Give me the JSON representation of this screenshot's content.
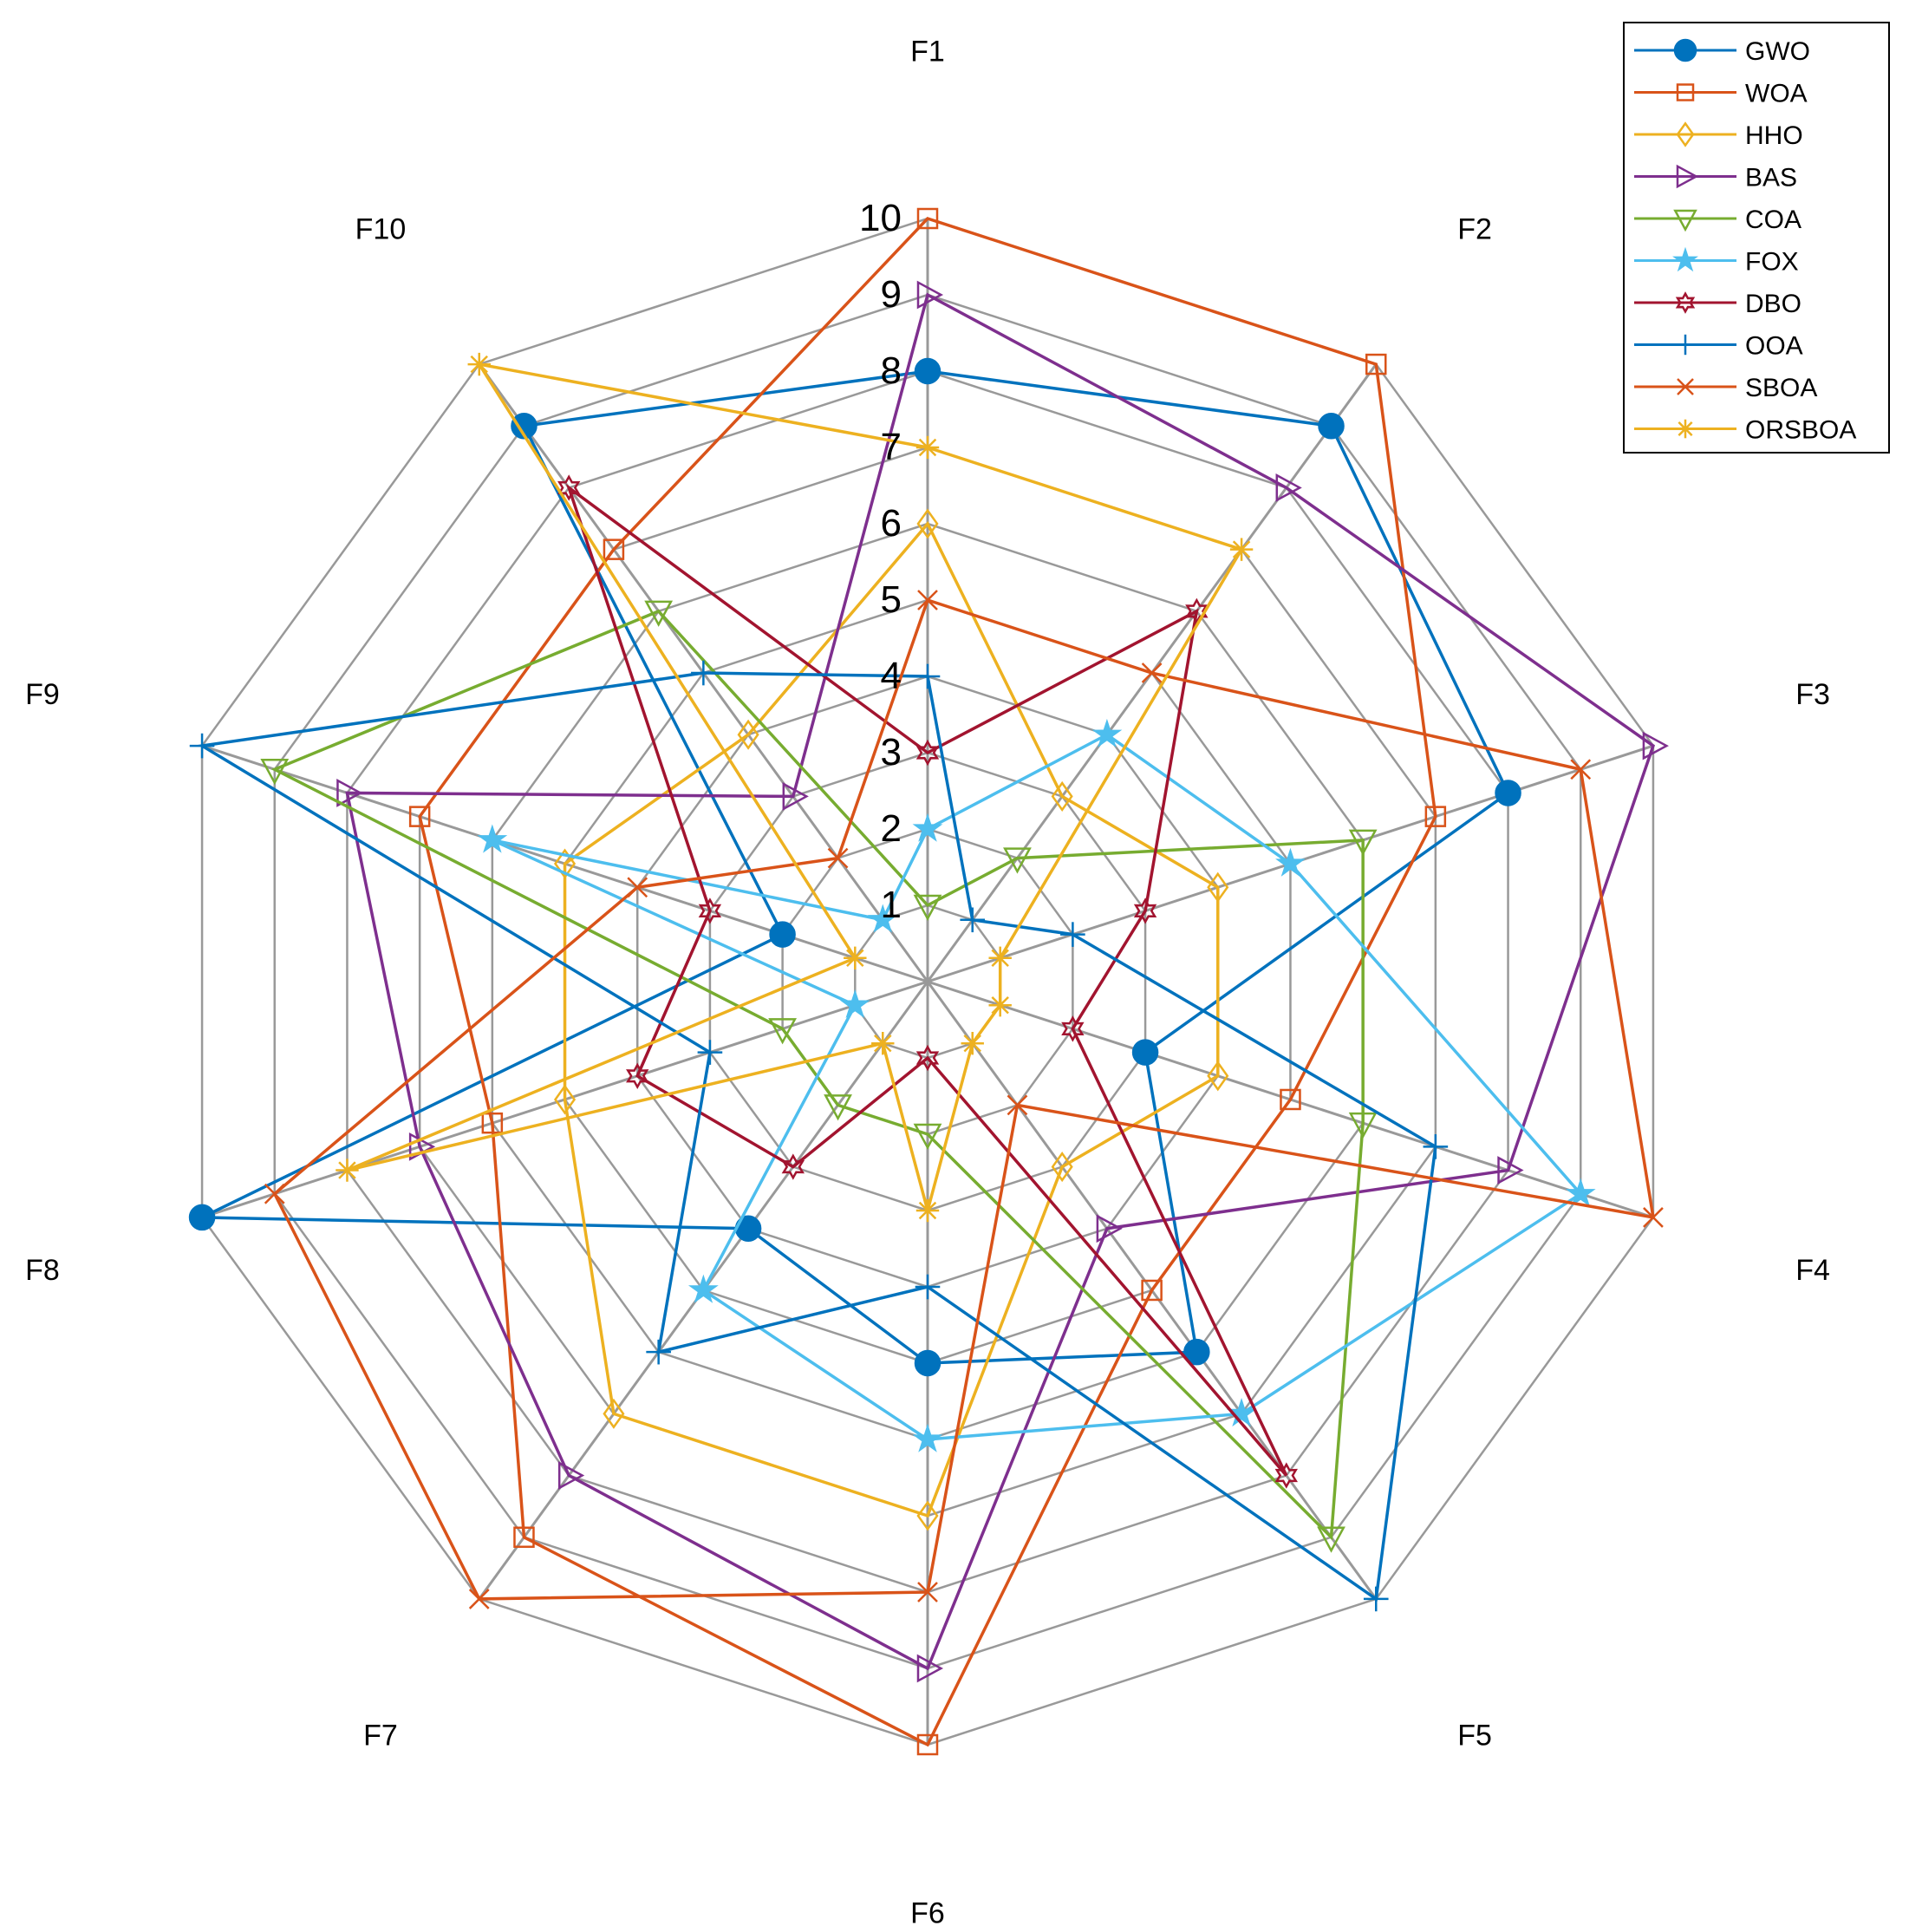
{
  "chart_data": {
    "type": "radar",
    "title": "",
    "axes": [
      "F1",
      "F2",
      "F3",
      "F4",
      "F5",
      "F6",
      "F7",
      "F8",
      "F9",
      "F10"
    ],
    "radial_ticks": [
      1,
      2,
      3,
      4,
      5,
      6,
      7,
      8,
      9,
      10
    ],
    "rlim": [
      0,
      10
    ],
    "grid": true,
    "legend_position": "top-right",
    "series": [
      {
        "name": "GWO",
        "color": "#0072BD",
        "marker": "filled-circle",
        "values": [
          8,
          9,
          8,
          3,
          6,
          5,
          4,
          10,
          2,
          9
        ]
      },
      {
        "name": "WOA",
        "color": "#D95319",
        "marker": "square",
        "values": [
          10,
          10,
          7,
          5,
          5,
          10,
          9,
          6,
          7,
          7
        ]
      },
      {
        "name": "HHO",
        "color": "#EDB120",
        "marker": "diamond",
        "values": [
          6,
          3,
          4,
          4,
          3,
          7,
          7,
          5,
          5,
          4
        ]
      },
      {
        "name": "BAS",
        "color": "#7E2F8E",
        "marker": "triangle-right",
        "values": [
          9,
          8,
          10,
          8,
          4,
          9,
          8,
          7,
          8,
          3
        ]
      },
      {
        "name": "COA",
        "color": "#77AC30",
        "marker": "triangle-down",
        "values": [
          1,
          2,
          6,
          6,
          9,
          2,
          2,
          2,
          9,
          6
        ]
      },
      {
        "name": "FOX",
        "color": "#4DBEEE",
        "marker": "pentagram",
        "values": [
          2,
          4,
          5,
          9,
          7,
          6,
          5,
          1,
          6,
          1
        ]
      },
      {
        "name": "DBO",
        "color": "#A2142F",
        "marker": "hexagram",
        "values": [
          3,
          6,
          3,
          2,
          8,
          1,
          3,
          4,
          3,
          8
        ]
      },
      {
        "name": "OOA",
        "color": "#0072BD",
        "marker": "plus",
        "values": [
          4,
          1,
          2,
          7,
          10,
          4,
          6,
          3,
          10,
          5
        ]
      },
      {
        "name": "SBOA",
        "color": "#D95319",
        "marker": "x",
        "values": [
          5,
          5,
          9,
          10,
          2,
          8,
          10,
          9,
          4,
          2
        ]
      },
      {
        "name": "ORSBOA",
        "color": "#EDB120",
        "marker": "asterisk",
        "values": [
          7,
          7,
          1,
          1,
          1,
          3,
          1,
          8,
          1,
          10
        ]
      }
    ]
  }
}
